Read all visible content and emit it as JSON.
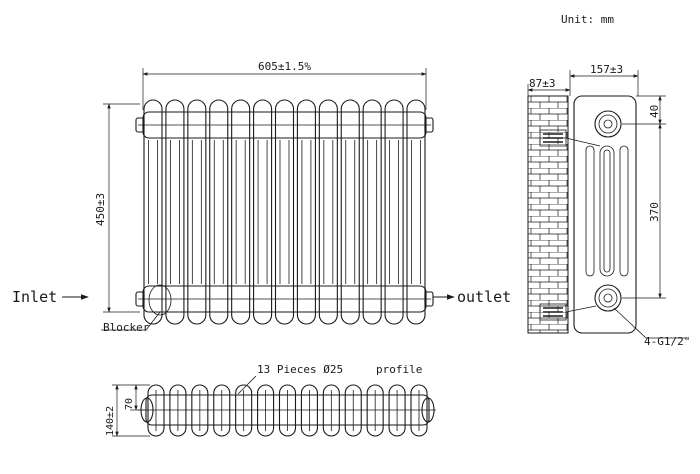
{
  "unit_label": "Unit: mm",
  "front_view": {
    "width_dim": "605±1.5%",
    "height_dim": "450±3",
    "inlet_label": "Inlet",
    "outlet_label": "outlet",
    "blocker_label": "Blocker",
    "column_count": 13
  },
  "side_view": {
    "wall_gap_dim": "87±3",
    "depth_dim": "157±3",
    "top_offset_dim": "40",
    "centers_dim": "370",
    "connection_label": "4-G1/2\""
  },
  "top_view": {
    "pieces_label": "13 Pieces Ø25",
    "profile_label": "profile",
    "depth_dim": "140±2",
    "half_depth_dim": "70"
  }
}
